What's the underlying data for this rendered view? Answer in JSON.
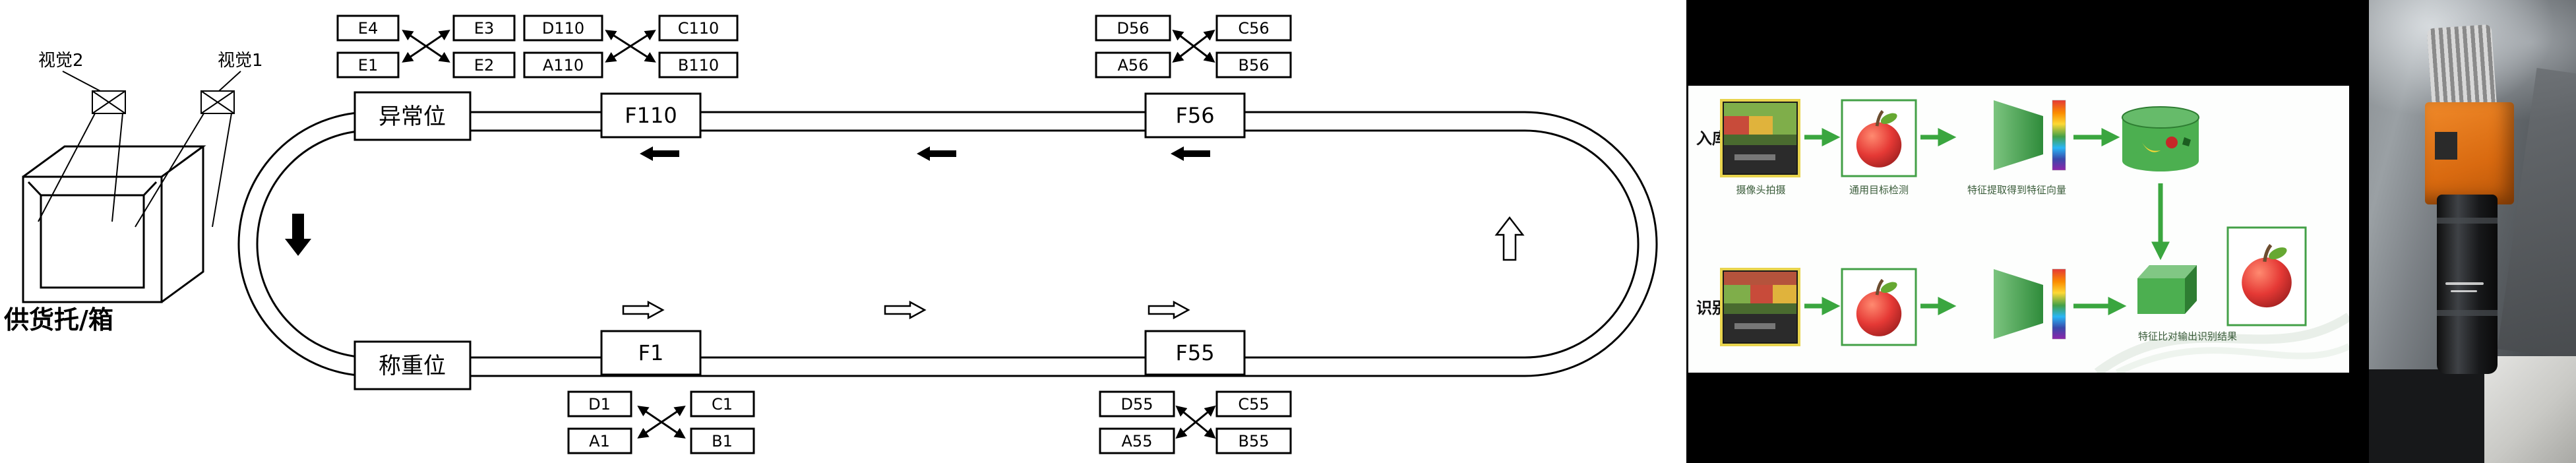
{
  "loop": {
    "vision_label_2": "视觉2",
    "vision_label_1": "视觉1",
    "supply_box_label": "供货托/箱",
    "stations": {
      "abnormal": "异常位",
      "f110": "F110",
      "f56": "F56",
      "weigh": "称重位",
      "f1": "F1",
      "f55": "F55"
    },
    "clusters": {
      "e": {
        "tl": "E4",
        "tr": "E3",
        "bl": "E1",
        "br": "E2"
      },
      "g110": {
        "tl": "D110",
        "tr": "C110",
        "bl": "A110",
        "br": "B110"
      },
      "g56": {
        "tl": "D56",
        "tr": "C56",
        "bl": "A56",
        "br": "B56"
      },
      "g1": {
        "tl": "D1",
        "tr": "C1",
        "bl": "A1",
        "br": "B1"
      },
      "g55": {
        "tl": "D55",
        "tr": "C55",
        "bl": "A55",
        "br": "B55"
      }
    }
  },
  "flow": {
    "row_top_label": "入库",
    "row_bottom_label": "识别",
    "captions": {
      "camera": "摄像头拍摄",
      "detect": "通用目标检测",
      "extract": "特征提取得到特征向量",
      "compare": "特征比对输出识别结果"
    },
    "accent_green": "#3aa63f",
    "highlight_yellow": "#e8d44d"
  },
  "photo_colors": {
    "camera_body_orange": "#e87722"
  }
}
